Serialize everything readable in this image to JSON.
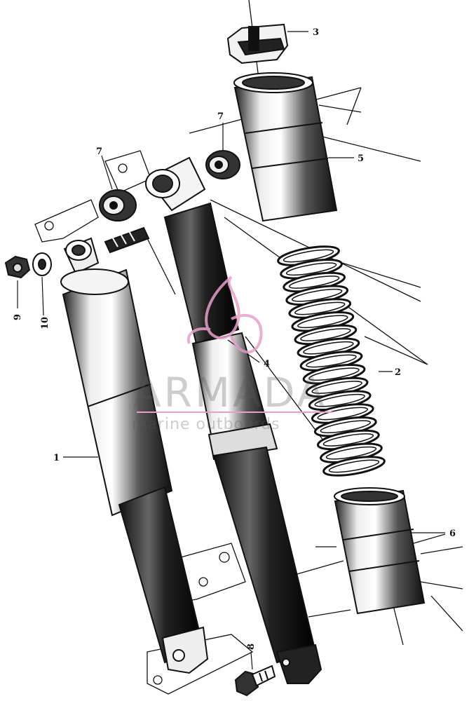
{
  "diagram": {
    "callouts": [
      {
        "id": "part-1",
        "label": "1"
      },
      {
        "id": "part-2",
        "label": "2"
      },
      {
        "id": "part-3",
        "label": "3"
      },
      {
        "id": "part-4",
        "label": "4"
      },
      {
        "id": "part-5",
        "label": "5"
      },
      {
        "id": "part-6",
        "label": "6"
      },
      {
        "id": "part-7a",
        "label": "7"
      },
      {
        "id": "part-7b",
        "label": "7"
      },
      {
        "id": "part-8",
        "label": "8"
      },
      {
        "id": "part-9",
        "label": "9"
      },
      {
        "id": "part-10",
        "label": "10"
      }
    ]
  },
  "watermark": {
    "brand": "ARMADA",
    "tagline": "marine outboards",
    "color": "#e8a0c8"
  },
  "colors": {
    "ink": "#111111",
    "paper": "#ffffff"
  }
}
